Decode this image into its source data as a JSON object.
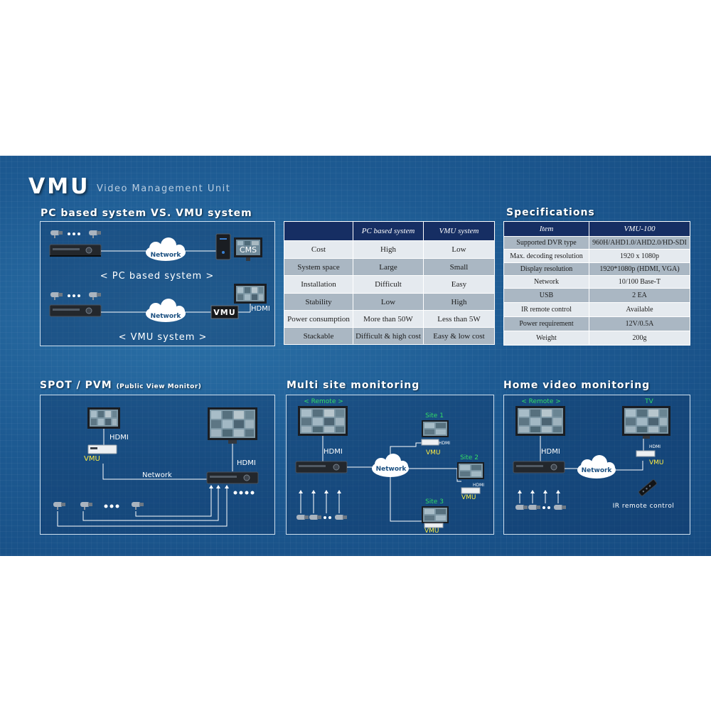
{
  "header": {
    "title": "VMU",
    "subtitle": "Video Management Unit"
  },
  "sections": {
    "comparison": "PC based system VS. VMU system",
    "specifications": "Specifications",
    "spot": "SPOT / PVM",
    "spot_note": "(Public View Monitor)",
    "multi_site": "Multi site monitoring",
    "home": "Home video monitoring"
  },
  "pc_vs_vmu": {
    "network_label": "Network",
    "cms_label": "CMS",
    "vmu_label": "VMU",
    "hdmi_label": "HDMI",
    "pc_caption": "< PC based system >",
    "vmu_caption": "< VMU system >"
  },
  "comparison_table": {
    "headers": [
      "",
      "PC based system",
      "VMU system"
    ],
    "rows": [
      [
        "Cost",
        "High",
        "Low"
      ],
      [
        "System space",
        "Large",
        "Small"
      ],
      [
        "Installation",
        "Difficult",
        "Easy"
      ],
      [
        "Stability",
        "Low",
        "High"
      ],
      [
        "Power consumption",
        "More than 50W",
        "Less than 5W"
      ],
      [
        "Stackable",
        "Difficult & high cost",
        "Easy & low cost"
      ]
    ]
  },
  "spec_table": {
    "headers": [
      "Item",
      "VMU-100"
    ],
    "rows": [
      [
        "Supported DVR type",
        "960H/AHD1.0/AHD2.0/HD-SDI"
      ],
      [
        "Max. decoding resolution",
        "1920 x 1080p"
      ],
      [
        "Display resolution",
        "1920*1080p (HDMI, VGA)"
      ],
      [
        "Network",
        "10/100 Base-T"
      ],
      [
        "USB",
        "2 EA"
      ],
      [
        "IR remote control",
        "Available"
      ],
      [
        "Power requirement",
        "12V/0.5A"
      ],
      [
        "Weight",
        "200g"
      ]
    ]
  },
  "spot_diagram": {
    "hdmi_top": "HDMI",
    "vmu": "VMU",
    "network": "Network",
    "hdmi_right": "HDMI"
  },
  "multi_site_diagram": {
    "remote": "< Remote >",
    "hdmi": "HDMI",
    "network": "Network",
    "site1": "Site 1",
    "site2": "Site 2",
    "site3": "Site 3",
    "vmu": "VMU",
    "hdmi_small": "HDMI"
  },
  "home_diagram": {
    "remote": "< Remote >",
    "hdmi": "HDMI",
    "network": "Network",
    "tv": "TV",
    "hdmi_small": "HDMI",
    "vmu": "VMU",
    "ir_remote": "IR remote control"
  },
  "colors": {
    "accent_green": "#33dd66",
    "label_yellow": "#ffee44",
    "table_header": "#162e63"
  }
}
